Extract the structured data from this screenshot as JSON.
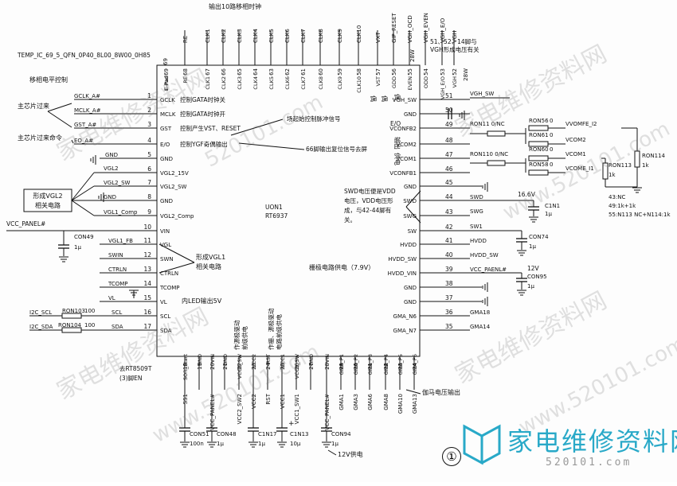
{
  "watermarks": {
    "site_cn": "家电维修资料网",
    "site_url": "www.520101.com",
    "url_short": "520101.com"
  },
  "logo": {
    "text": "家电维修资料网",
    "sub": "520101.com",
    "brand_color": "#29a9c8"
  },
  "chip": {
    "name": "UON1",
    "part": "RT6937",
    "package": "TEMP_IC_69_5_QFN_0P40_8L00_8W00_0H85"
  },
  "annotations": {
    "top": "输出10路移相时钟",
    "level_shift": "移相电平控制",
    "main_chip1": "主芯片过来",
    "main_chip2": "主芯片过来命令",
    "vgl2_box1": "形成VGL2",
    "vgl2_box2": "相关电路",
    "vgl1_box1": "形成VGL1",
    "vgl1_box2": "相关电路",
    "vgh_pins1": "51、52、14脚与",
    "vgh_pins2": "VGH形成电压有关",
    "gclk_ctrl": "控制GATA时钟关",
    "mclk_ctrl": "控制GATA时钟开",
    "gst_ctrl": "控制产生VST、RESET",
    "eo_ctrl": "控制YGF奇偶输出",
    "field_start": "场起始控制脉冲信号",
    "reset66": "66脚输出复位信号去屏",
    "oe_out1": "偶",
    "oe_out2": "E/O",
    "oe_out3": "输出",
    "oe_out4": "供电",
    "swd1": "SWD电压便是VDD",
    "swd2": "电压，VDD电压形",
    "swd3": "成，与42-44脚有",
    "swd4": "关。",
    "gate_supply": "栅极电路供电（7.9V）",
    "led_out": "内LED输出5V",
    "rt8509": "去RT8509T",
    "rt8509b": "(3)脚EN",
    "gamma_out": "伽马电压输出",
    "v12": "12V供电",
    "v12b": "12V",
    "pin24_1": "作源极驱动",
    "pin24_2": "前级供电",
    "pin26_1": "作栅、源极驱动",
    "pin26_2": "电路前级供电",
    "nc_note1": "43:NC",
    "nc_note2": "49:1k+1k",
    "nc_note3": "55:N113 NC+N114:1k",
    "volt16": "16.6V",
    "circle": "①"
  },
  "top_pins": [
    {
      "num": "69",
      "label": "E-Pad",
      "net": ""
    },
    {
      "num": "68",
      "label": "RE",
      "net": "RE"
    },
    {
      "num": "67",
      "label": "CLK1",
      "net": "CLK1"
    },
    {
      "num": "66",
      "label": "CLK2",
      "net": "CLK2"
    },
    {
      "num": "65",
      "label": "CLK3",
      "net": "CLK3"
    },
    {
      "num": "64",
      "label": "CLK4",
      "net": "CLK4"
    },
    {
      "num": "63",
      "label": "CLK5",
      "net": "CLK5"
    },
    {
      "num": "62",
      "label": "CLK6",
      "net": "CLK6"
    },
    {
      "num": "61",
      "label": "CLK7",
      "net": "CLK7"
    },
    {
      "num": "60",
      "label": "CLK8",
      "net": "CLK8"
    },
    {
      "num": "59",
      "label": "CLK9",
      "net": "CLK9"
    },
    {
      "num": "58",
      "label": "CLK10",
      "net": "CLK10"
    },
    {
      "num": "57",
      "label": "VST",
      "net": "VXT"
    },
    {
      "num": "56",
      "label": "GDD",
      "net": "GIP_RESET"
    },
    {
      "num": "55",
      "label": "EVEN",
      "net": "VGH_OCD"
    },
    {
      "num": "54",
      "label": "ODD",
      "net": "VGH_EVEN"
    },
    {
      "num": "53",
      "label": "VGH_E/O",
      "net": "VGH_E/O"
    },
    {
      "num": "52",
      "label": "VGH",
      "net": "VGH"
    },
    {
      "num": "28W",
      "label": "",
      "net": ""
    }
  ],
  "left_pins": [
    {
      "num": "1",
      "label": "GCLK",
      "net": "GCLK_A#"
    },
    {
      "num": "2",
      "label": "MCLK",
      "net": "MCLK_A#"
    },
    {
      "num": "3",
      "label": "GST",
      "net": "GST_A#"
    },
    {
      "num": "4",
      "label": "E/O",
      "net": "EO_A#"
    },
    {
      "num": "5",
      "label": "GND",
      "net": "GND"
    },
    {
      "num": "6",
      "label": "VGL2_15V",
      "net": "VGL2"
    },
    {
      "num": "7",
      "label": "VGL2_SW",
      "net": "VGL2_SW"
    },
    {
      "num": "8",
      "label": "GND",
      "net": "GND"
    },
    {
      "num": "9",
      "label": "VGL2_Comp",
      "net": "VGL1_Comp"
    },
    {
      "num": "10",
      "label": "VIN",
      "net": "VCC_PANEL#"
    },
    {
      "num": "11",
      "label": "VGL",
      "net": "VGL1_FB"
    },
    {
      "num": "12",
      "label": "SWN",
      "net": "SWIN"
    },
    {
      "num": "13",
      "label": "CTRLN",
      "net": "CTRLN"
    },
    {
      "num": "14",
      "label": "TCOMP",
      "net": "TCOMP"
    },
    {
      "num": "15",
      "label": "VL",
      "net": "VL"
    },
    {
      "num": "16",
      "label": "SCL",
      "net": "I2C_SCL"
    },
    {
      "num": "17",
      "label": "SDA",
      "net": "I2C_SDA"
    }
  ],
  "right_pins": [
    {
      "num": "51",
      "label": "VGH_SW",
      "net": "VGH_SW"
    },
    {
      "num": "50",
      "label": "GND",
      "net": ""
    },
    {
      "num": "49",
      "label": "VCONFB2",
      "net": "RON11 0/NC"
    },
    {
      "num": "48",
      "label": "VCOM2",
      "net": ""
    },
    {
      "num": "47",
      "label": "VCOM1",
      "net": "RON110 0/NC"
    },
    {
      "num": "46",
      "label": "VCONFB1",
      "net": ""
    },
    {
      "num": "45",
      "label": "GND",
      "net": ""
    },
    {
      "num": "44",
      "label": "SWD",
      "net": "SWD"
    },
    {
      "num": "43",
      "label": "SWG",
      "net": "SWG"
    },
    {
      "num": "42",
      "label": "SW",
      "net": "SW1"
    },
    {
      "num": "41",
      "label": "HVDD",
      "net": "HVDD"
    },
    {
      "num": "40",
      "label": "HVDD_SW",
      "net": "HVDD_SW"
    },
    {
      "num": "39",
      "label": "HVDD_VIN",
      "net": "VCC_PAENL#"
    },
    {
      "num": "38",
      "label": "GND",
      "net": ""
    },
    {
      "num": "37",
      "label": "GND",
      "net": ""
    },
    {
      "num": "36",
      "label": "GMA_N6",
      "net": "GMA18"
    },
    {
      "num": "35",
      "label": "GMA_N7",
      "net": "GMA14"
    }
  ],
  "bottom_pins": [
    {
      "num": "18",
      "label": "SOft_Start",
      "net": "SS1"
    },
    {
      "num": "19",
      "label": "GND",
      "net": ""
    },
    {
      "num": "20",
      "label": "VIN",
      "net": "VCC_PANEL#"
    },
    {
      "num": "21",
      "label": "GND",
      "net": ""
    },
    {
      "num": "22",
      "label": "VCC2_SW",
      "net": "VCC2_SW2"
    },
    {
      "num": "23",
      "label": "VCC2",
      "net": "VCC2"
    },
    {
      "num": "24",
      "label": "RST",
      "net": "RST"
    },
    {
      "num": "25",
      "label": "VCC1",
      "net": "VCC1"
    },
    {
      "num": "26",
      "label": "VCC1_SW",
      "net": "VCC1_SW1"
    },
    {
      "num": "27",
      "label": "GND",
      "net": ""
    },
    {
      "num": "28",
      "label": "VIN",
      "net": "VCC_PANEL#"
    },
    {
      "num": "29",
      "label": "GMA_P1",
      "net": "GMA1"
    },
    {
      "num": "30",
      "label": "GMA_P2",
      "net": "GMA3"
    },
    {
      "num": "31",
      "label": "GMA_P3",
      "net": "GMA6"
    },
    {
      "num": "32",
      "label": "GMA_P4",
      "net": "GMA8"
    },
    {
      "num": "33",
      "label": "GMA_P5",
      "net": "GMA10"
    },
    {
      "num": "34",
      "label": "GMA_P6",
      "net": "GMA13"
    }
  ],
  "components": {
    "con49": "CON49",
    "con49v": "1μ",
    "ron103": "RON103",
    "ron103v": "100",
    "ron104": "RON104",
    "ron104v": "100",
    "ron56": "RON56",
    "ron56v": "0",
    "ron61": "RON61",
    "ron61v": "0",
    "ron60": "RON60",
    "ron60v": "0",
    "ron58": "RON58",
    "ron58v": "0",
    "ron114": "RON114",
    "ron114v": "1k",
    "ron113": "RON113",
    "ron113v": "1k",
    "vvomfe": "VVOMFE_I2",
    "vcom2": "VCOM2",
    "vcom1": "VCOM1",
    "vcome": "VCOME_I1",
    "c1n1": "C1N1",
    "c1n1v": "1μ",
    "con74": "CON74",
    "con74v": "1μ",
    "con95": "CON95",
    "con95v": "1μ",
    "con51": "CON51",
    "con51v": "100n",
    "con48": "CON48",
    "con48v": "1μ",
    "c1n17": "C1N17",
    "c1n17v": "1μ",
    "c1n13": "C1N13",
    "c1n13v": "10μ",
    "con94": "CON94",
    "con94v": "1μ",
    "gnd": "GND",
    "vgh_sw_net": "VGH_SW",
    "vgl2_net": "VGL2",
    "vgl2sw_net": "VGL2_SW",
    "vgl1comp_net": "VGL1_Comp",
    "vcc_panel": "VCC_PANEL#",
    "vgl1fb": "VGL1_FB",
    "swin": "SWIN",
    "ctrln": "CTRLN",
    "tcomp": "TCOMP",
    "vl": "VL",
    "i2c_scl": "I2C_SCL",
    "i2c_sda": "I2C_SDA",
    "scl": "SCL",
    "sda": "SDA",
    "swd": "SWD",
    "swg": "SWG",
    "sw1": "SW1",
    "hvdd": "HVDD",
    "hvdd_sw": "HVDD_SW",
    "vcc_paenl": "VCC_PAENL#",
    "gma18": "GMA18",
    "gma14": "GMA14"
  }
}
